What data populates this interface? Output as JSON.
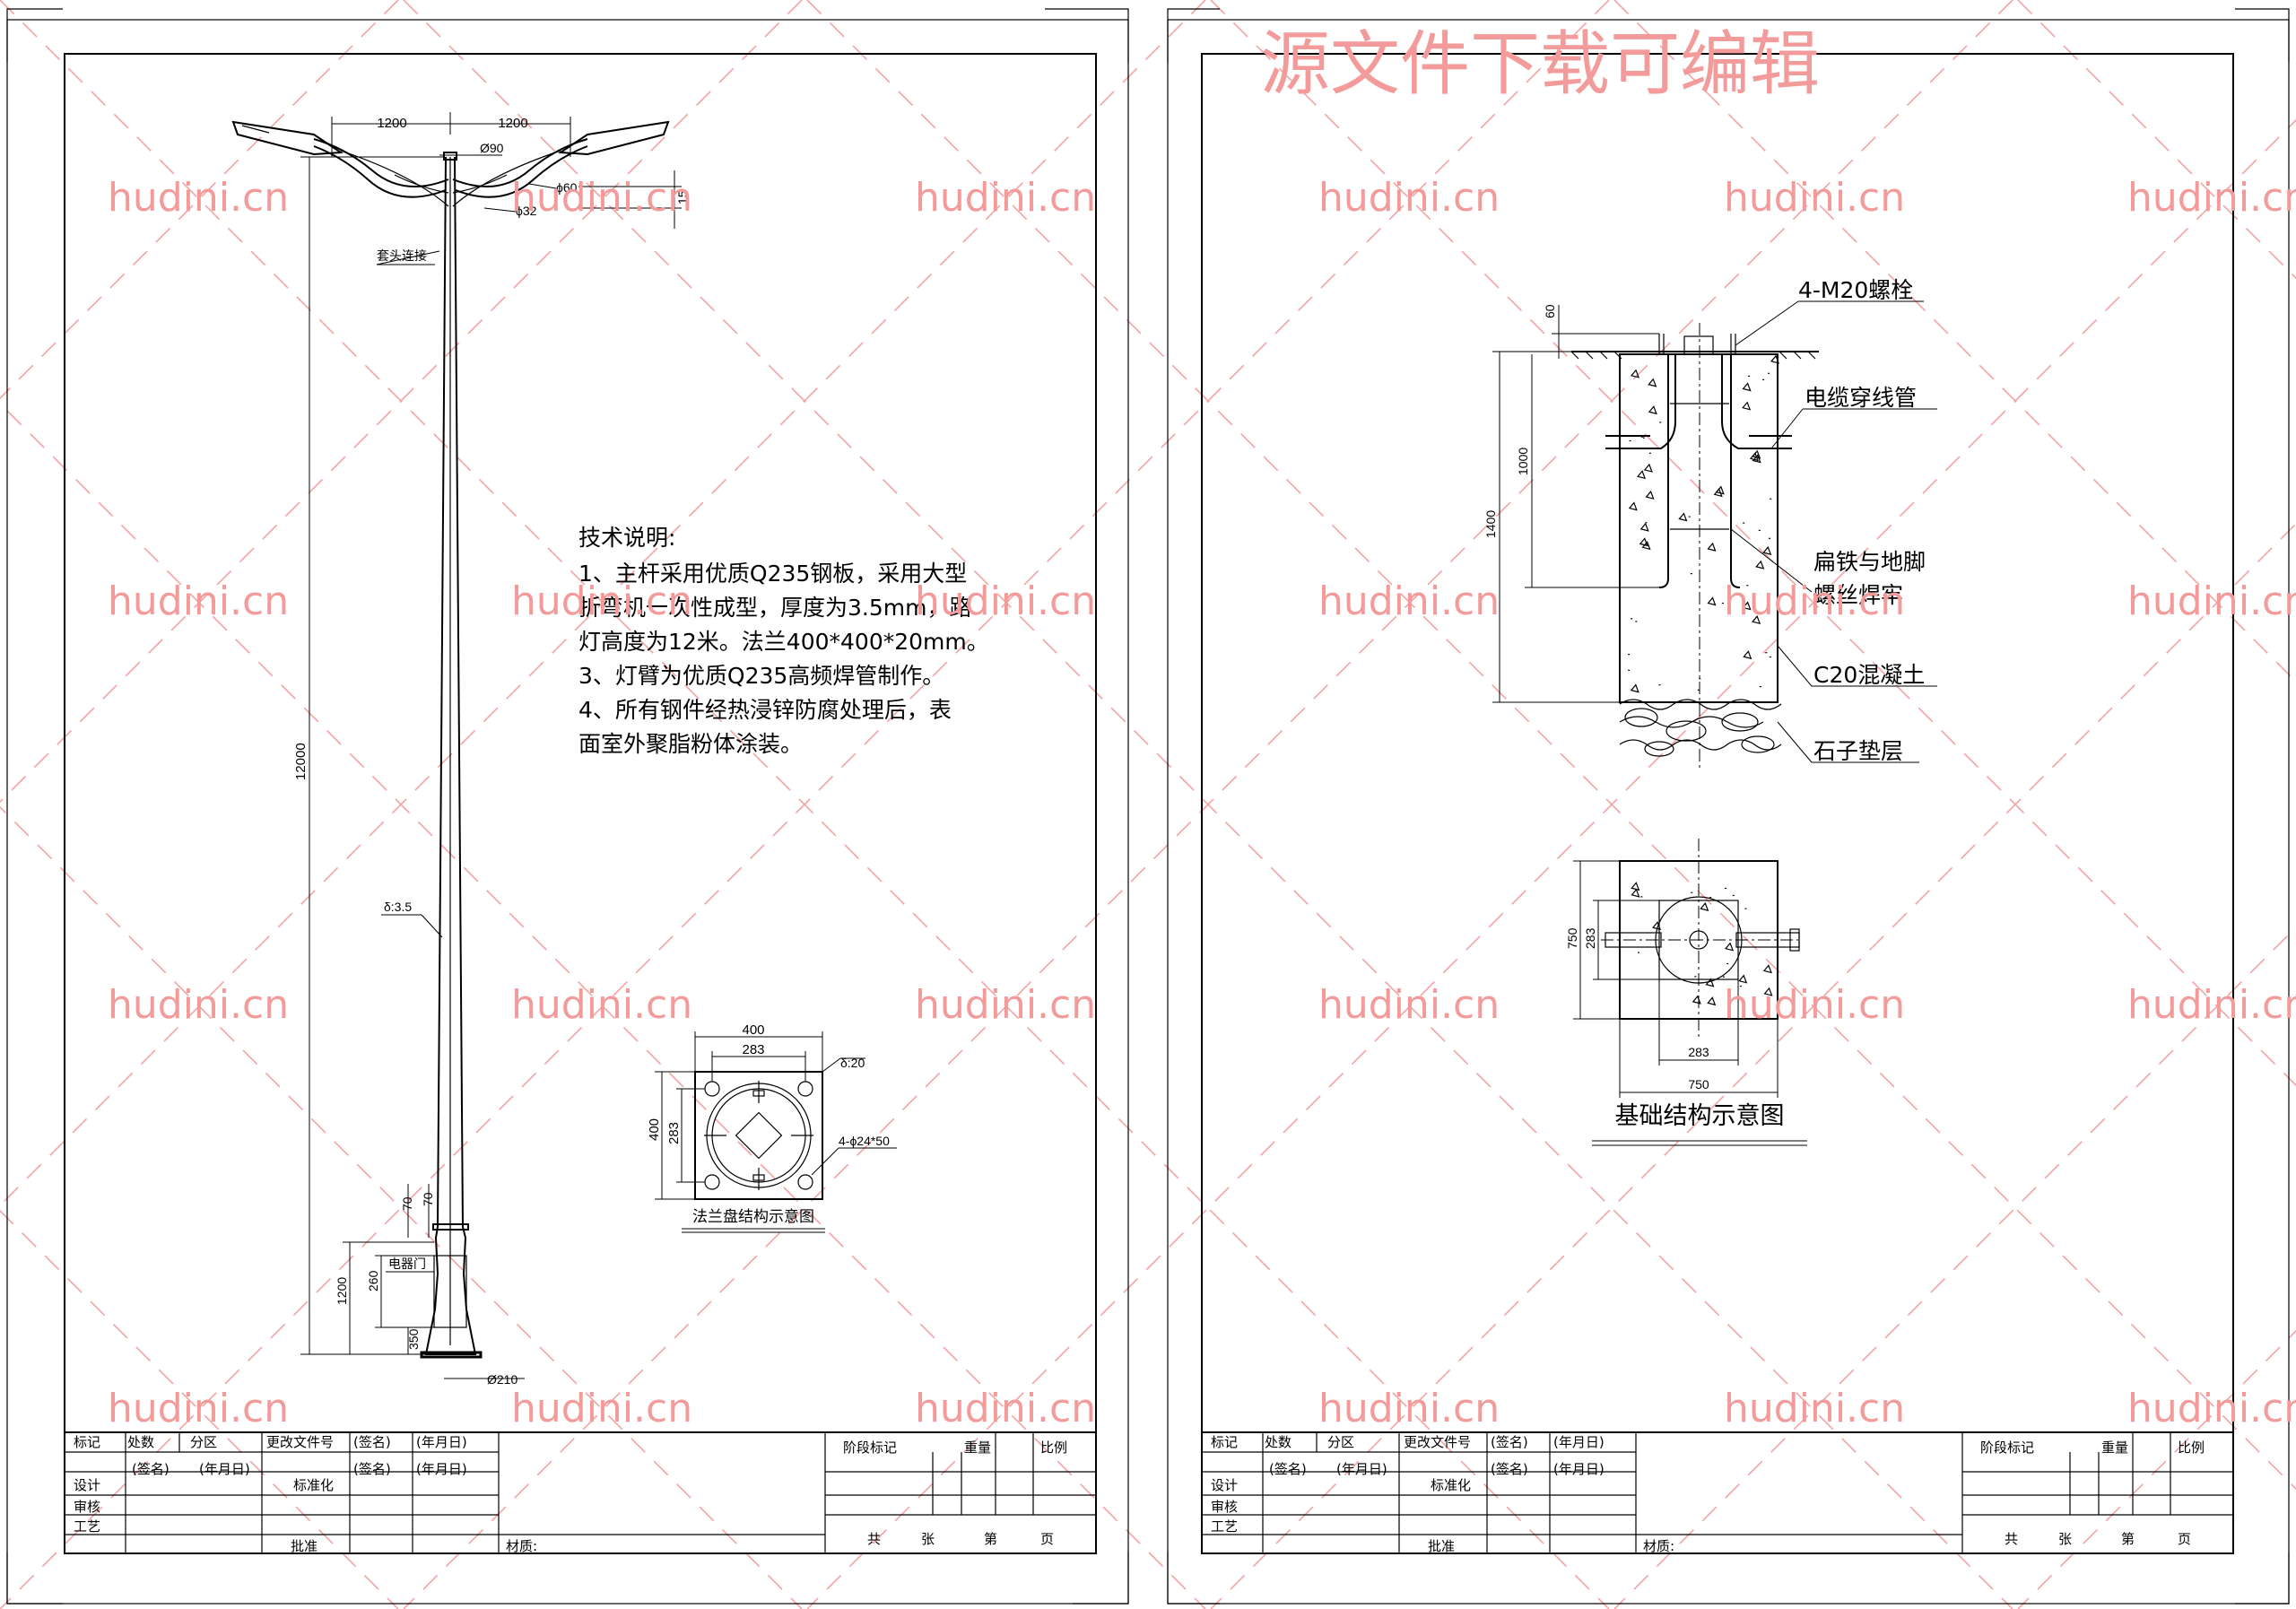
{
  "watermark": {
    "header_text": "源文件下载可编辑",
    "site_text": "hudini.cn",
    "color": "#f39a9a"
  },
  "left_sheet": {
    "pole_dims": {
      "arm_span_left": "1200",
      "arm_span_right": "1200",
      "top_diameter": "Ø90",
      "arm_diameter": "ϕ60",
      "brace_diameter": "ϕ32",
      "arm_rise": "15",
      "sleeve_label": "套头连接",
      "total_height": "12000",
      "wall_thickness": "δ:3.5",
      "dim_70_a": "70",
      "dim_70_b": "70",
      "door_label": "电器门",
      "dim_1200": "1200",
      "dim_260": "260",
      "dim_350": "350",
      "base_diameter": "Ø210"
    },
    "notes": {
      "title": "技术说明:",
      "lines": [
        "1、主杆采用优质Q235钢板，采用大型",
        "折弯机一次性成型，厚度为3.5mm，路",
        "灯高度为12米。法兰400*400*20mm。",
        "3、灯臂为优质Q235高频焊管制作。",
        "4、所有钢件经热浸锌防腐处理后，表",
        "面室外聚脂粉体涂装。"
      ]
    },
    "flange": {
      "dim_400_top": "400",
      "dim_283_top": "283",
      "thickness": "δ:20",
      "dim_400_side": "400",
      "dim_283_side": "283",
      "holes": "4-ϕ24*50",
      "caption": "法兰盘结构示意图"
    }
  },
  "right_sheet": {
    "section_labels": {
      "bolts": "4-M20螺栓",
      "conduit": "电缆穿线管",
      "weld_line1": "扁铁与地脚",
      "weld_line2": "螺丝焊牢",
      "concrete": "C20混凝土",
      "gravel": "石子垫层"
    },
    "section_dims": {
      "dim_60": "60",
      "dim_1000": "1000",
      "dim_1400": "1400"
    },
    "plan_dims": {
      "dim_750_side": "750",
      "dim_283_side": "283",
      "dim_283_bottom": "283",
      "dim_750_bottom": "750"
    },
    "caption": "基础结构示意图"
  },
  "title_block": {
    "row1": [
      "标记",
      "处数",
      "分区",
      "更改文件号",
      "(签名)",
      "(年月日)"
    ],
    "stage": "阶段标记",
    "weight": "重量",
    "scale": "比例",
    "design": "设计",
    "sign": "(签名)",
    "date": "(年月日)",
    "standardize": "标准化",
    "sign2": "(签名)",
    "date2": "(年月日)",
    "review": "审核",
    "craft": "工艺",
    "approve": "批准",
    "material": "材质:",
    "sheets_total": "共",
    "sheets_label": "张",
    "page_no": "第",
    "page_label": "页"
  }
}
